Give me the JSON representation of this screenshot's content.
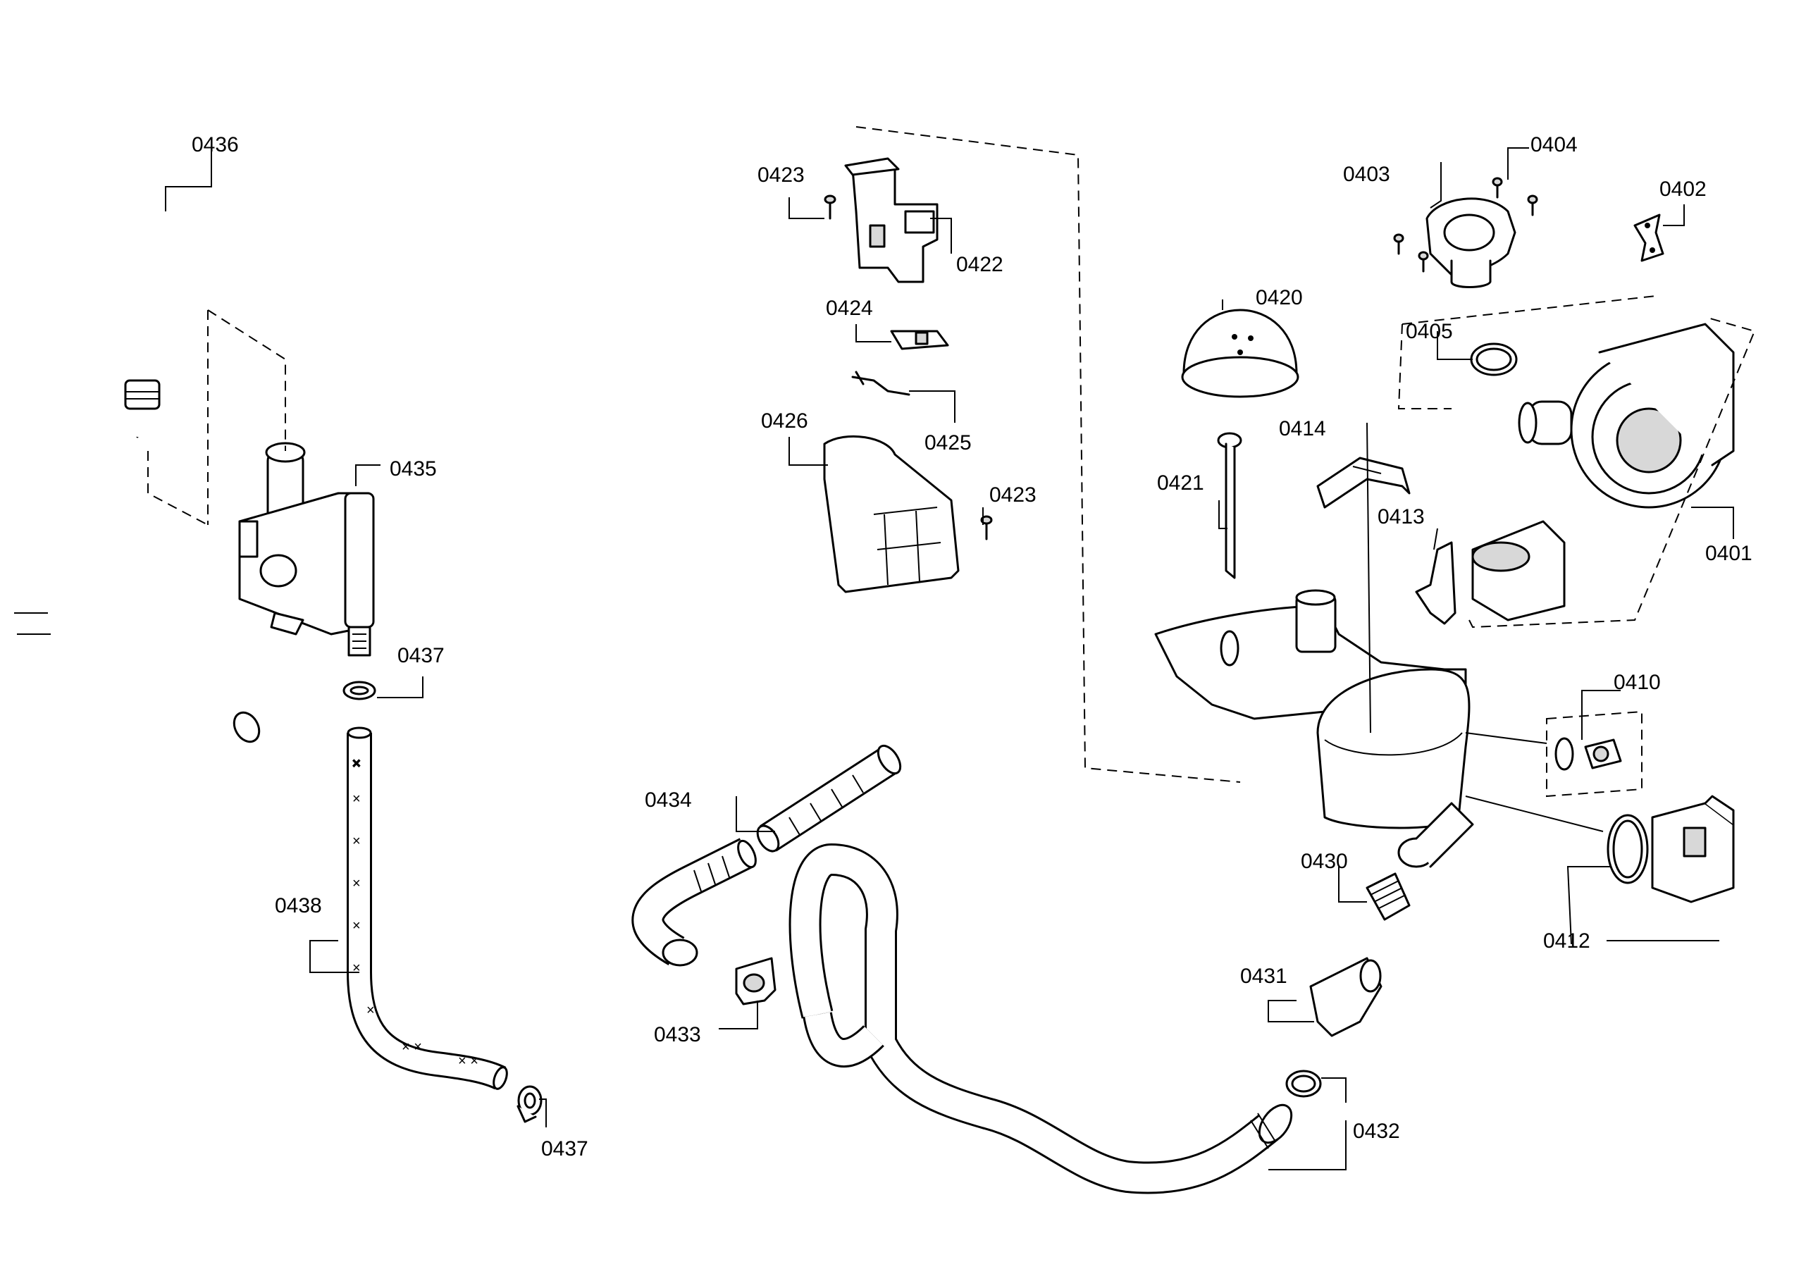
{
  "labels": {
    "p0401": "0401",
    "p0402": "0402",
    "p0403": "0403",
    "p0404": "0404",
    "p0405": "0405",
    "p0410": "0410",
    "p0412": "0412",
    "p0413": "0413",
    "p0414": "0414",
    "p0420": "0420",
    "p0421": "0421",
    "p0422": "0422",
    "p0423a": "0423",
    "p0423b": "0423",
    "p0424": "0424",
    "p0425": "0425",
    "p0426": "0426",
    "p0430": "0430",
    "p0431": "0431",
    "p0432": "0432",
    "p0433": "0433",
    "p0434": "0434",
    "p0435": "0435",
    "p0436": "0436",
    "p0437a": "0437",
    "p0437b": "0437",
    "p0438": "0438"
  }
}
